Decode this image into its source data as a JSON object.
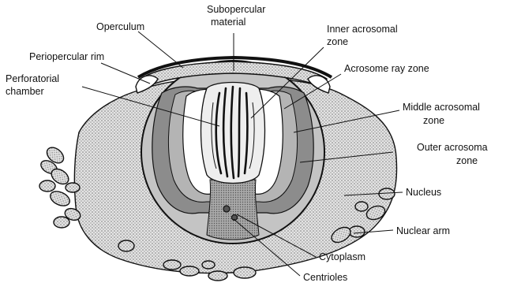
{
  "figure": {
    "labels": {
      "operculum": "Operculum",
      "subopercular_1": "Subopercular",
      "subopercular_2": "material",
      "inner_acrosomal_1": "Inner acrosomal",
      "inner_acrosomal_2": "zone",
      "periopercular_rim": "Periopercular rim",
      "acrosome_ray_zone": "Acrosome ray zone",
      "perforatorial_1": "Perforatorial",
      "perforatorial_2": "chamber",
      "middle_acrosomal_1": "Middle acrosomal",
      "middle_acrosomal_2": "zone",
      "outer_acrosomal_1": "Outer acrosoma",
      "outer_acrosomal_2": "zone",
      "nucleus": "Nucleus",
      "nuclear_arm": "Nuclear arm",
      "cytoplasm": "Cytoplasm",
      "centrioles": "Centrioles"
    },
    "colors": {
      "outline": "#111111",
      "nucleus_fill": "#d6d6d6",
      "outer_zone": "#c4c4c4",
      "middle_zone": "#8c8c8c",
      "inner_zone": "#ffffff",
      "cytoplasm": "#9a9a9a"
    }
  }
}
